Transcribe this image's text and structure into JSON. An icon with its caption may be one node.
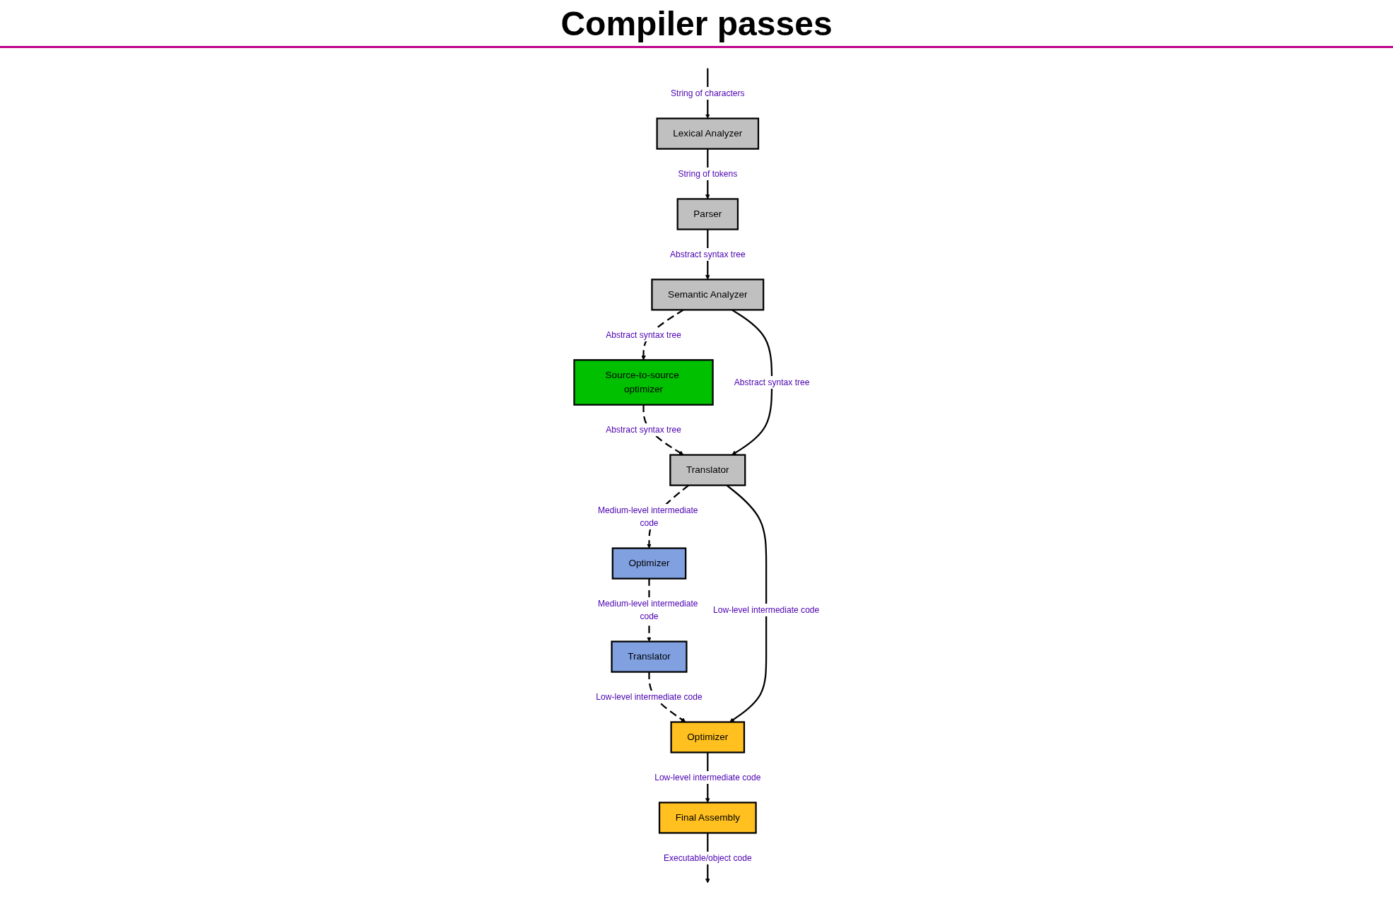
{
  "diagram": {
    "title": "Compiler passes",
    "nodes": [
      {
        "text": [
          "Lexical Analyzer"
        ]
      },
      {
        "text": [
          "Parser"
        ]
      },
      {
        "text": [
          "Semantic Analyzer"
        ]
      },
      {
        "text": [
          "Source-to-source optimizer"
        ]
      },
      {
        "text": [
          "Translator"
        ]
      },
      {
        "text": [
          "Optimizer"
        ]
      },
      {
        "text": [
          "Translator"
        ]
      },
      {
        "text": [
          "Optimizer"
        ]
      },
      {
        "text": [
          "Final Assembly"
        ]
      }
    ],
    "edges": [
      {
        "from": null,
        "to": 0,
        "arrow": "to",
        "label": "String of characters"
      },
      {
        "from": 0,
        "to": 1,
        "arrow": "to",
        "label": "String of tokens"
      },
      {
        "from": 1,
        "to": 2,
        "arrow": "to",
        "label": "Abstract syntax tree"
      },
      {
        "from": 2,
        "to": 3,
        "arrow": "to",
        "label": "Abstract syntax tree",
        "style": "dashed"
      },
      {
        "from": 3,
        "to": 4,
        "arrow": "to",
        "label": "Abstract syntax tree",
        "style": "dashed"
      },
      {
        "from": 2,
        "to": 4,
        "arrow": "to",
        "label": "Abstract syntax tree"
      },
      {
        "from": 4,
        "to": 5,
        "arrow": "to",
        "label": "Medium-level intermediate code",
        "style": "dashed"
      },
      {
        "from": 5,
        "to": 6,
        "arrow": "to",
        "label": "Medium-level intermediate code",
        "style": "dashed"
      },
      {
        "from": 6,
        "to": 7,
        "arrow": "to",
        "label": "Low-level intermediate code",
        "style": "dashed"
      },
      {
        "from": 4,
        "to": 7,
        "arrow": "to",
        "label": "Low-level intermediate code"
      },
      {
        "from": 7,
        "to": 8,
        "arrow": "to",
        "label": "Low-level intermediate code"
      },
      {
        "from": 8,
        "to": null,
        "arrow": "to",
        "label": "Executable/object code"
      }
    ]
  }
}
